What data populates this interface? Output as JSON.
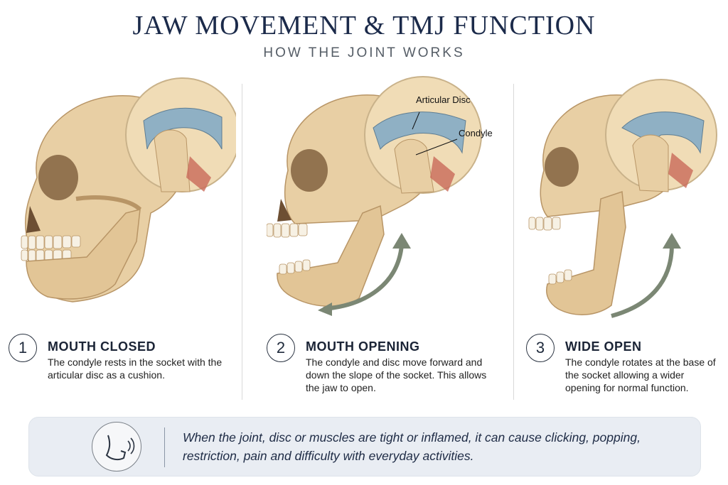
{
  "header": {
    "title": "JAW MOVEMENT & TMJ FUNCTION",
    "subtitle": "HOW THE JOINT WORKS"
  },
  "panels": [
    {
      "number": "1",
      "heading": "MOUTH CLOSED",
      "description": "The condyle rests in the socket with the articular disc as a cushion."
    },
    {
      "number": "2",
      "heading": "MOUTH OPENING",
      "description": "The condyle and disc move forward and down the slope of the socket. This allows the jaw to open.",
      "labels": {
        "disc": "Articular Disc",
        "condyle": "Condyle"
      }
    },
    {
      "number": "3",
      "heading": "WIDE OPEN",
      "description": "The condyle rotates at the base of the socket allowing a wider opening for normal function."
    }
  ],
  "callout": {
    "icon": "jaw-click-icon",
    "text": "When the joint, disc or muscles are tight or inflamed, it can cause clicking, popping, restriction, pain and difficulty with everyday activities."
  },
  "colors": {
    "bone": "#e8cfa4",
    "bone_shadow": "#c9a877",
    "disc": "#8fb0c4",
    "muscle": "#c96a5a",
    "arrow": "#7b8774",
    "title": "#1b2a4a",
    "callout_bg": "#e9edf3"
  }
}
